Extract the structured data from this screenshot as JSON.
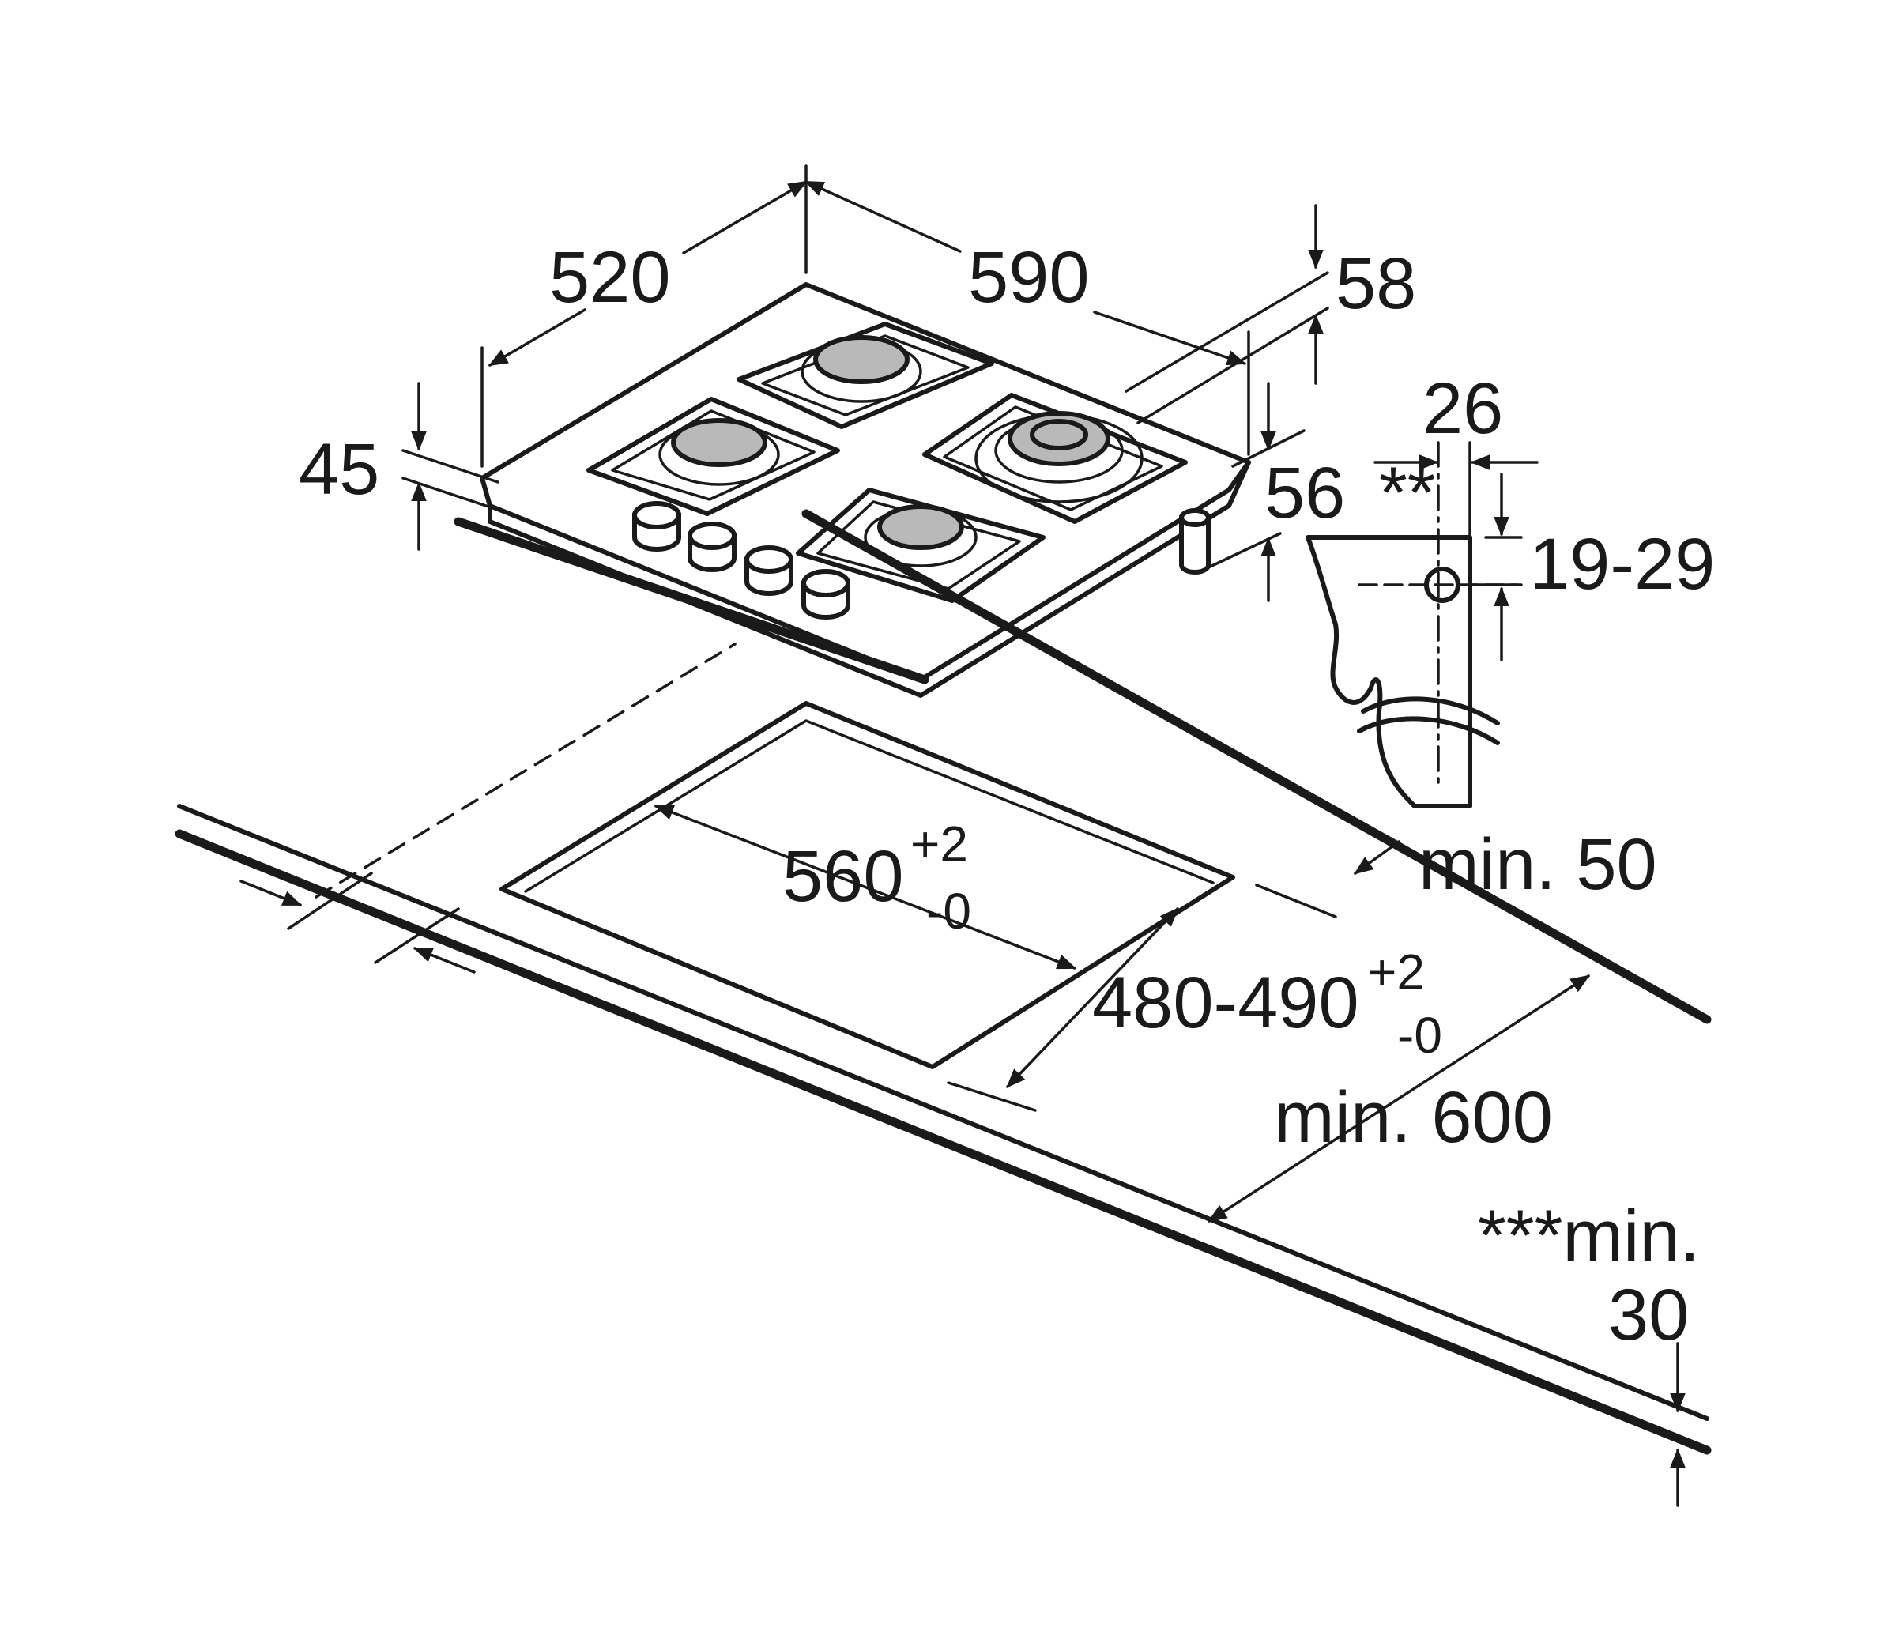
{
  "diagram": {
    "hob": {
      "width": "590",
      "depth": "520",
      "height": "45",
      "rear_height": "58",
      "leg_height": "56"
    },
    "cutout": {
      "width_base": "560",
      "width_tol_plus": "+2",
      "width_tol_minus": "-0",
      "depth_base": "480-490",
      "depth_tol_plus": "+2",
      "depth_tol_minus": "-0"
    },
    "clearances": {
      "rear": "min. 50",
      "worktop_depth": "min. 600",
      "front_line1": "***min.",
      "front_line2": "30"
    },
    "side_section": {
      "width": "26",
      "asterisk_note": "**",
      "thickness_range": "19-29"
    }
  }
}
